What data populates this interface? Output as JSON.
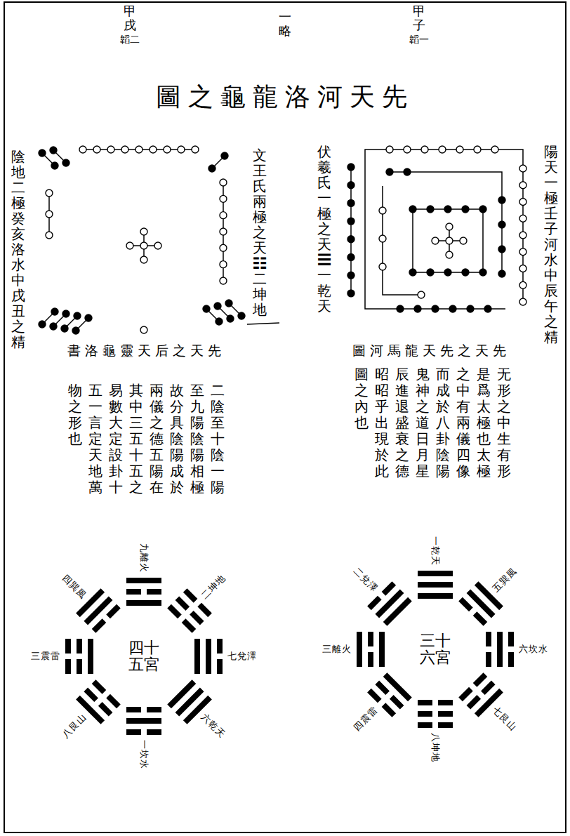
{
  "diagram": {
    "title": "圖之龜龍洛河天先",
    "labels": [
      "甲子",
      "韜一",
      "一略",
      "甲戌",
      "韜二",
      "陽天一極壬子河水中辰午之精",
      "伏羲氏一極之天☰一乾天",
      "文王氏兩極之天☷二坤地",
      "陰地二極癸亥洛水中戌丑之精",
      "圖河馬龍天先之天先",
      "書洛龜靈天后之天先",
      "无形之中生有形是爲太極也太極之中有兩儀四像而成於八卦陰陽鬼神之道日月星辰進退盛衰之德昭昭乎出現於此圖之內也",
      "二陰至十陰一陽至九陽陰陽相極故分具陰陽成於兩儀之德五陽在其中三五十五之易數大定設卦十五一言定天地萬物之形也",
      "三十六宮",
      "一乾天",
      "五巽風",
      "六坎水",
      "七艮山",
      "八坤地",
      "四震雷",
      "三離火",
      "二兌澤",
      "四十五宮",
      "九離火",
      "二坤地",
      "七兌澤",
      "六乾天",
      "一坎水",
      "八艮山",
      "三震雷",
      "四巽風"
    ]
  }
}
